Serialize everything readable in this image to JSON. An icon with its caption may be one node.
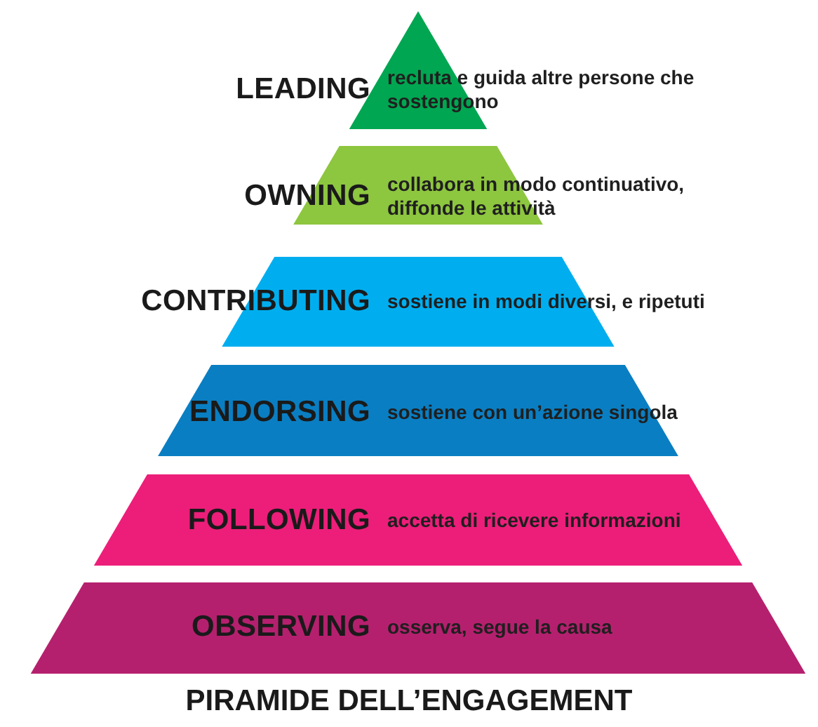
{
  "diagram": {
    "title": "PIRAMIDE DELL’ENGAGEMENT",
    "nodes": [
      {
        "text": [
          "LEADING",
          "recluta e guida altre persone che sostengono"
        ]
      },
      {
        "text": [
          "OWNING",
          "collabora in modo continuativo, diffonde le attività"
        ]
      },
      {
        "text": [
          "CONTRIBUTING",
          "sostiene in modi diversi, e ripetuti"
        ]
      },
      {
        "text": [
          "ENDORSING",
          "sostiene con un’azione singola"
        ]
      },
      {
        "text": [
          "FOLLOWING",
          "accetta di ricevere informazioni"
        ]
      },
      {
        "text": [
          "OBSERVING",
          "osserva, segue la causa"
        ]
      }
    ]
  }
}
